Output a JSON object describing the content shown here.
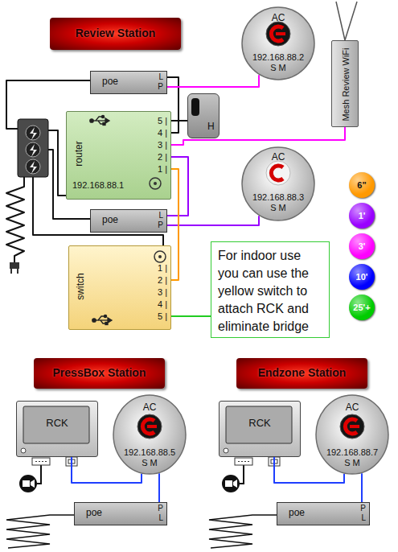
{
  "diagram": {
    "nodes": [
      {
        "text": [
          "Review Station"
        ]
      },
      {
        "text": [
          "AC",
          "192.168.88.2",
          "S M"
        ]
      },
      {
        "text": [
          "Mesh Review WiFi"
        ]
      },
      {
        "text": [
          "poe",
          "L",
          "P"
        ]
      },
      {
        "text": [
          "router",
          "5 |",
          "4 |",
          "3 |",
          "2 |",
          "1 |",
          "192.168.88.1"
        ]
      },
      {
        "text": [
          "H"
        ]
      },
      {
        "text": [
          "AC",
          "192.168.88.3",
          "S M"
        ]
      },
      {
        "text": [
          "poe",
          "L",
          "P"
        ]
      },
      {
        "text": [
          "switch",
          "1 |",
          "2 |",
          "3 |",
          "4 |",
          "5 |"
        ]
      },
      {
        "text": [
          "For indoor use you can use the yellow switch to attach RCK and eliminate bridge"
        ]
      },
      {
        "text": [
          "PressBox Station"
        ]
      },
      {
        "text": [
          "RCK"
        ]
      },
      {
        "text": [
          "AC",
          "192.168.88.5",
          "S M"
        ]
      },
      {
        "text": [
          "poe",
          "P",
          "L"
        ]
      },
      {
        "text": [
          "Endzone Station"
        ]
      },
      {
        "text": [
          "RCK"
        ]
      },
      {
        "text": [
          "AC",
          "192.168.88.7",
          "S M"
        ]
      },
      {
        "text": [
          "poe",
          "P",
          "L"
        ]
      }
    ],
    "edges": [
      {
        "from": 4,
        "to": 3,
        "arrow": "none"
      },
      {
        "from": 3,
        "to": 1,
        "arrow": "none"
      },
      {
        "from": 2,
        "to": 4,
        "arrow": "none"
      },
      {
        "from": 4,
        "to": 5,
        "arrow": "none"
      },
      {
        "from": 4,
        "to": 7,
        "arrow": "none"
      },
      {
        "from": 7,
        "to": 6,
        "arrow": "none"
      },
      {
        "from": 4,
        "to": 8,
        "arrow": "none"
      },
      {
        "from": 8,
        "to": 9,
        "arrow": "none"
      },
      {
        "from": 11,
        "to": 12,
        "arrow": "none"
      },
      {
        "from": 12,
        "to": 13,
        "arrow": "none"
      },
      {
        "from": 15,
        "to": 16,
        "arrow": "none"
      },
      {
        "from": 16,
        "to": 17,
        "arrow": "none"
      }
    ],
    "legend": [
      {
        "text": "6\"",
        "color": "#ff9900"
      },
      {
        "text": "1'",
        "color": "#9900ff"
      },
      {
        "text": "3'",
        "color": "#ff00ff"
      },
      {
        "text": "10'",
        "color": "#0000ff"
      },
      {
        "text": "25'+",
        "color": "#00cc00"
      }
    ]
  }
}
